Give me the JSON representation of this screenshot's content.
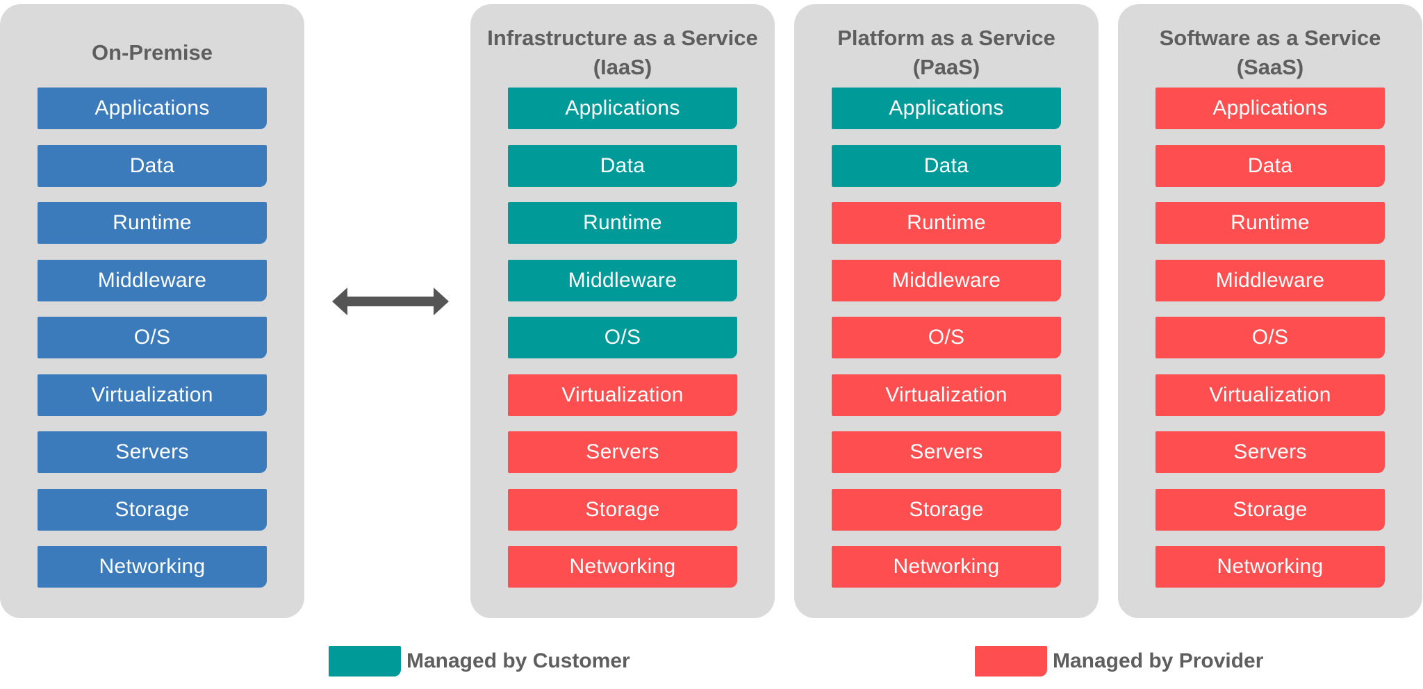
{
  "colors": {
    "on_premise": "#3c7bbb",
    "customer": "#009a98",
    "provider": "#fe4e4f",
    "panel": "#dadada",
    "title_text": "#5e5e5e",
    "arrow": "#555555"
  },
  "columns": [
    {
      "title": "On-Premise",
      "layers": [
        {
          "label": "Applications",
          "managed": "self"
        },
        {
          "label": "Data",
          "managed": "self"
        },
        {
          "label": "Runtime",
          "managed": "self"
        },
        {
          "label": "Middleware",
          "managed": "self"
        },
        {
          "label": "O/S",
          "managed": "self"
        },
        {
          "label": "Virtualization",
          "managed": "self"
        },
        {
          "label": "Servers",
          "managed": "self"
        },
        {
          "label": "Storage",
          "managed": "self"
        },
        {
          "label": "Networking",
          "managed": "self"
        }
      ]
    },
    {
      "title": "Infrastructure as a Service (IaaS)",
      "layers": [
        {
          "label": "Applications",
          "managed": "customer"
        },
        {
          "label": "Data",
          "managed": "customer"
        },
        {
          "label": "Runtime",
          "managed": "customer"
        },
        {
          "label": "Middleware",
          "managed": "customer"
        },
        {
          "label": "O/S",
          "managed": "customer"
        },
        {
          "label": "Virtualization",
          "managed": "provider"
        },
        {
          "label": "Servers",
          "managed": "provider"
        },
        {
          "label": "Storage",
          "managed": "provider"
        },
        {
          "label": "Networking",
          "managed": "provider"
        }
      ]
    },
    {
      "title": "Platform as a Service (PaaS)",
      "layers": [
        {
          "label": "Applications",
          "managed": "customer"
        },
        {
          "label": "Data",
          "managed": "customer"
        },
        {
          "label": "Runtime",
          "managed": "provider"
        },
        {
          "label": "Middleware",
          "managed": "provider"
        },
        {
          "label": "O/S",
          "managed": "provider"
        },
        {
          "label": "Virtualization",
          "managed": "provider"
        },
        {
          "label": "Servers",
          "managed": "provider"
        },
        {
          "label": "Storage",
          "managed": "provider"
        },
        {
          "label": "Networking",
          "managed": "provider"
        }
      ]
    },
    {
      "title": "Software as a Service (SaaS)",
      "layers": [
        {
          "label": "Applications",
          "managed": "provider"
        },
        {
          "label": "Data",
          "managed": "provider"
        },
        {
          "label": "Runtime",
          "managed": "provider"
        },
        {
          "label": "Middleware",
          "managed": "provider"
        },
        {
          "label": "O/S",
          "managed": "provider"
        },
        {
          "label": "Virtualization",
          "managed": "provider"
        },
        {
          "label": "Servers",
          "managed": "provider"
        },
        {
          "label": "Storage",
          "managed": "provider"
        },
        {
          "label": "Networking",
          "managed": "provider"
        }
      ]
    }
  ],
  "connector": {
    "icon": "double-arrow-icon"
  },
  "legend": {
    "customer_label": "Managed by Customer",
    "provider_label": "Managed by Provider"
  }
}
